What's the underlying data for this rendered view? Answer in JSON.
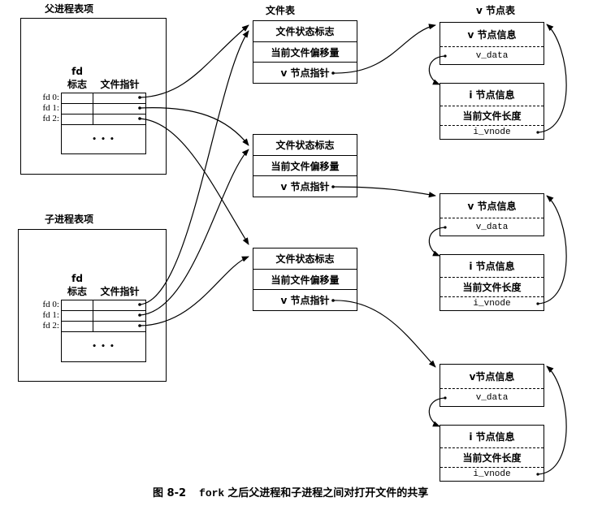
{
  "parent": {
    "title": "父进程表项",
    "fd_header": "fd",
    "flag_header": "标志",
    "pointer_header": "文件指针",
    "fd_labels": [
      "fd 0:",
      "fd 1:",
      "fd 2:"
    ],
    "ellipsis": "• • •"
  },
  "child": {
    "title": "子进程表项",
    "fd_header": "fd",
    "flag_header": "标志",
    "pointer_header": "文件指针",
    "fd_labels": [
      "fd 0:",
      "fd 1:",
      "fd 2:"
    ],
    "ellipsis": "• • •"
  },
  "file_table": {
    "title": "文件表",
    "entries": [
      {
        "status_flags": "文件状态标志",
        "current_offset": "当前文件偏移量",
        "vnode_pointer": "v 节点指针"
      },
      {
        "status_flags": "文件状态标志",
        "current_offset": "当前文件偏移量",
        "vnode_pointer": "v 节点指针"
      },
      {
        "status_flags": "文件状态标志",
        "current_offset": "当前文件偏移量",
        "vnode_pointer": "v 节点指针"
      }
    ]
  },
  "vnode_table": {
    "title": "v 节点表",
    "entries": [
      {
        "vnode_info": "v 节点信息",
        "v_data": "v_data",
        "inode_info": "i 节点信息",
        "file_length": "当前文件长度",
        "i_vnode": "i_vnode"
      },
      {
        "vnode_info": "v 节点信息",
        "v_data": "v_data",
        "inode_info": "i 节点信息",
        "file_length": "当前文件长度",
        "i_vnode": "i_vnode"
      },
      {
        "vnode_info": "v节点信息",
        "v_data": "v_data",
        "inode_info": "i 节点信息",
        "file_length": "当前文件长度",
        "i_vnode": "i_vnode"
      }
    ]
  },
  "caption": {
    "figure": "图 8-2",
    "code": "fork",
    "text": "之后父进程和子进程之间对打开文件的共享"
  }
}
